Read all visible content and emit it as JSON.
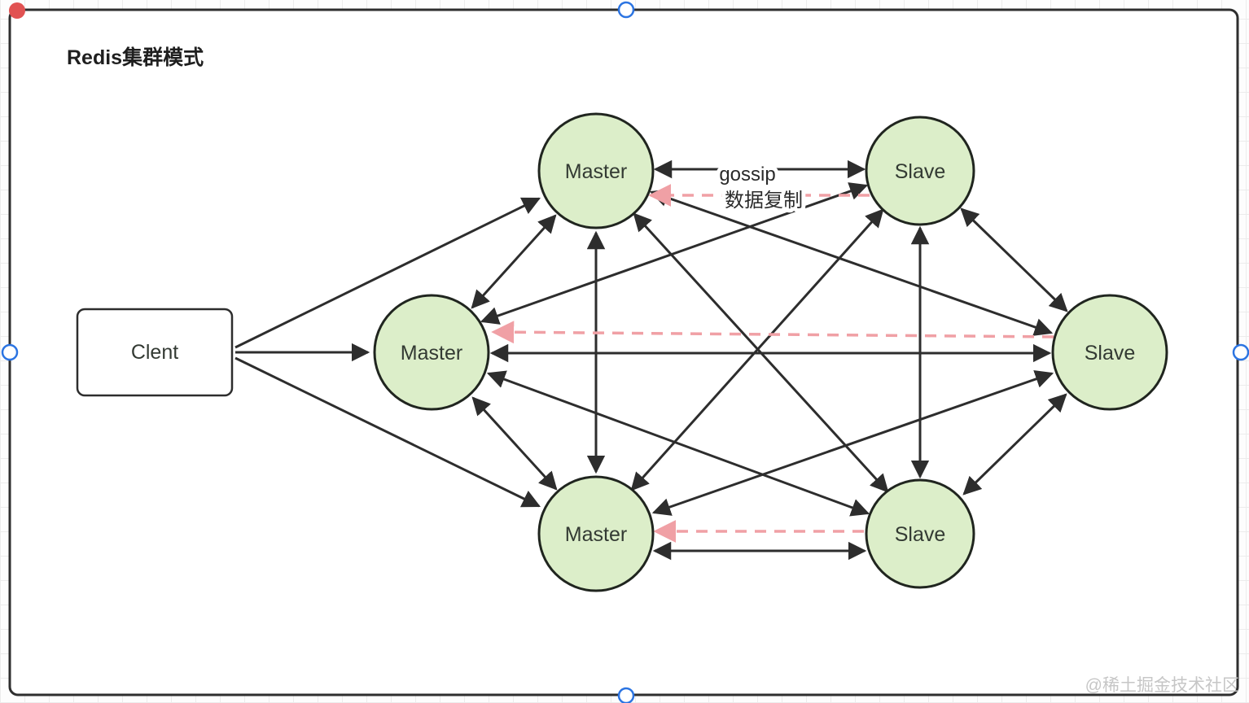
{
  "title": "Redis集群模式",
  "watermark": "@稀土掘金技术社区",
  "client": {
    "label": "Clent"
  },
  "nodes": [
    {
      "id": "master-top",
      "label": "Master"
    },
    {
      "id": "slave-top",
      "label": "Slave"
    },
    {
      "id": "master-mid",
      "label": "Master"
    },
    {
      "id": "slave-right",
      "label": "Slave"
    },
    {
      "id": "master-bottom",
      "label": "Master"
    },
    {
      "id": "slave-bottom",
      "label": "Slave"
    }
  ],
  "edge_labels": {
    "gossip": "gossip",
    "replication": "数据复制"
  },
  "edges": {
    "client_links": [
      {
        "from": "client",
        "to": "master-top",
        "style": "solid",
        "arrow": "single"
      },
      {
        "from": "client",
        "to": "master-mid",
        "style": "solid",
        "arrow": "single"
      },
      {
        "from": "client",
        "to": "master-bottom",
        "style": "solid",
        "arrow": "single"
      }
    ],
    "gossip_mesh": [
      {
        "a": "master-top",
        "b": "slave-top",
        "style": "solid",
        "arrow": "double",
        "label": "gossip"
      },
      {
        "a": "master-top",
        "b": "master-mid",
        "style": "solid",
        "arrow": "double"
      },
      {
        "a": "master-top",
        "b": "master-bottom",
        "style": "solid",
        "arrow": "double"
      },
      {
        "a": "master-top",
        "b": "slave-right",
        "style": "solid",
        "arrow": "double"
      },
      {
        "a": "master-top",
        "b": "slave-bottom",
        "style": "solid",
        "arrow": "double"
      },
      {
        "a": "slave-top",
        "b": "master-mid",
        "style": "solid",
        "arrow": "double"
      },
      {
        "a": "slave-top",
        "b": "slave-right",
        "style": "solid",
        "arrow": "double"
      },
      {
        "a": "slave-top",
        "b": "slave-bottom",
        "style": "solid",
        "arrow": "double"
      },
      {
        "a": "slave-top",
        "b": "master-bottom",
        "style": "solid",
        "arrow": "double"
      },
      {
        "a": "master-mid",
        "b": "slave-right",
        "style": "solid",
        "arrow": "double"
      },
      {
        "a": "master-mid",
        "b": "master-bottom",
        "style": "solid",
        "arrow": "double"
      },
      {
        "a": "master-mid",
        "b": "slave-bottom",
        "style": "solid",
        "arrow": "double"
      },
      {
        "a": "master-bottom",
        "b": "slave-right",
        "style": "solid",
        "arrow": "double"
      },
      {
        "a": "master-bottom",
        "b": "slave-bottom",
        "style": "solid",
        "arrow": "double"
      },
      {
        "a": "slave-right",
        "b": "slave-bottom",
        "style": "solid",
        "arrow": "double"
      }
    ],
    "replication": [
      {
        "from": "slave-top",
        "to": "master-top",
        "style": "dashed-pink",
        "label": "数据复制"
      },
      {
        "from": "slave-right",
        "to": "master-mid",
        "style": "dashed-pink"
      },
      {
        "from": "slave-bottom",
        "to": "master-bottom",
        "style": "dashed-pink"
      }
    ]
  },
  "colors": {
    "node_fill": "#dceec9",
    "node_border": "#20251f",
    "arrow_black": "#2d2d2d",
    "replication_pink": "#f0a0a5",
    "handle_blue": "#2b74e2",
    "handle_red": "#e15252",
    "canvas_border": "#2e2e2e",
    "watermark_gray": "#c6c6c6",
    "grid_line": "#ececec"
  }
}
